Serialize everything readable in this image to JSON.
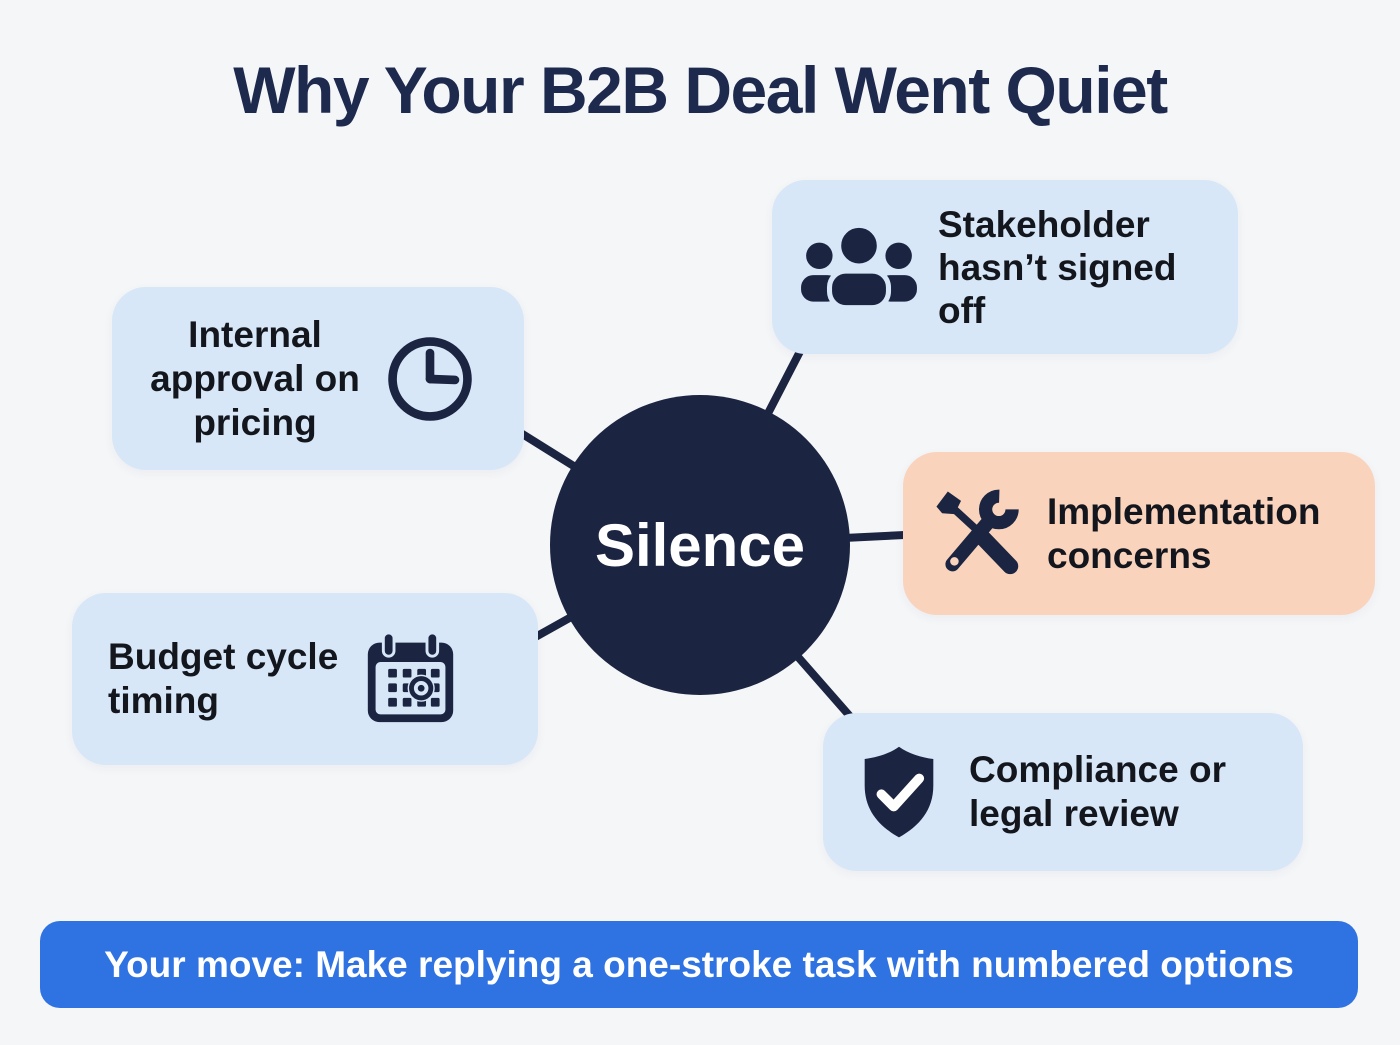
{
  "title": "Why Your B2B Deal Went Quiet",
  "center": {
    "label": "Silence"
  },
  "nodes": {
    "internal_approval": {
      "icon": "clock-icon",
      "label": "Internal approval on pricing",
      "lines": [
        "Internal",
        "approval on",
        "pricing"
      ]
    },
    "stakeholder": {
      "icon": "people-icon",
      "label": "Stakeholder hasn’t signed off",
      "lines": [
        "Stakeholder",
        "hasn’t signed",
        "off"
      ]
    },
    "implementation": {
      "icon": "tools-icon",
      "label": "Implementation concerns",
      "lines": [
        "Implementation",
        "concerns"
      ]
    },
    "budget": {
      "icon": "calendar-icon",
      "label": "Budget cycle timing",
      "lines": [
        "Budget cycle",
        "timing"
      ]
    },
    "compliance": {
      "icon": "shield-check-icon",
      "label": "Compliance or legal review",
      "lines": [
        "Compliance or",
        "legal review"
      ]
    }
  },
  "footer": {
    "label": "Your move: Make replying a one-stroke task with numbered options"
  },
  "colors": {
    "background": "#f5f6f8",
    "title_text": "#1d2a4e",
    "node_box_blue": "#d7e7f7",
    "node_box_peach": "#fad3bd",
    "navy_accent": "#1b2440",
    "circle_fill": "#1b2440",
    "circle_text": "#ffffff",
    "box_text": "#14161d",
    "footer_background": "#2f72e2",
    "footer_text": "#ffffff"
  }
}
